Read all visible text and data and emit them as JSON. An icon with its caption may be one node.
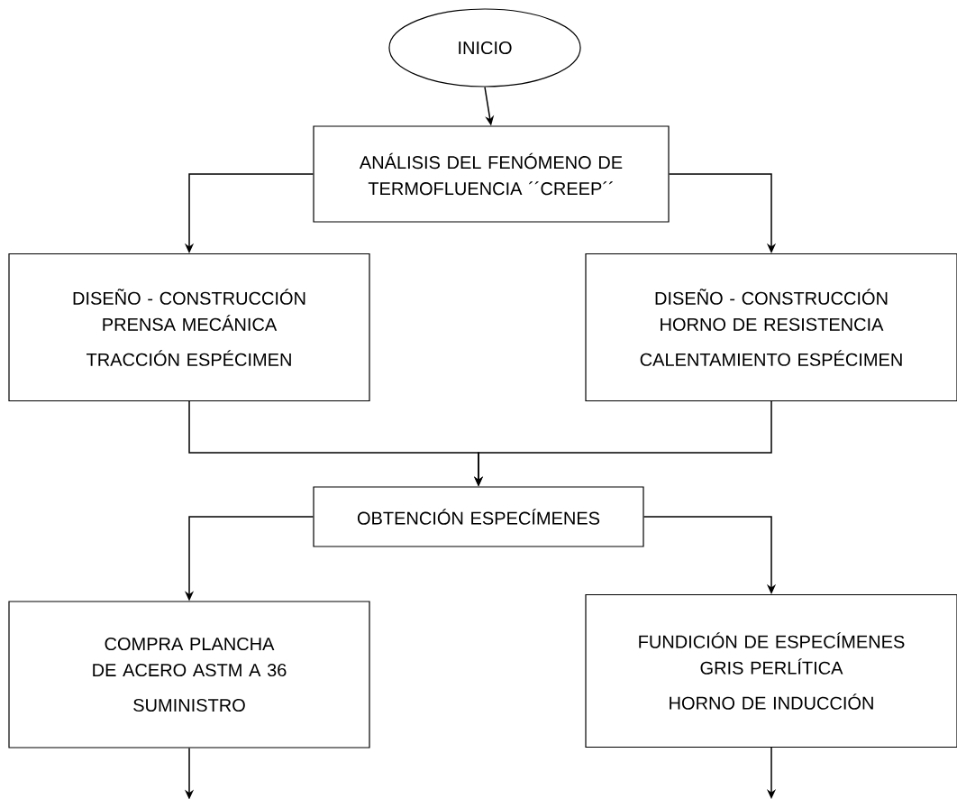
{
  "diagram": {
    "nodes": [
      {
        "text": [
          "INICIO"
        ]
      },
      {
        "text": [
          "ANÁLISIS DEL FENÓMENO DE TERMOFLUENCIA ´´CREEP´´"
        ]
      },
      {
        "text": [
          "DISEÑO - CONSTRUCCIÓN PRENSA MECÁNICA",
          "TRACCIÓN ESPÉCIMEN"
        ]
      },
      {
        "text": [
          "DISEÑO - CONSTRUCCIÓN HORNO DE RESISTENCIA",
          "CALENTAMIENTO ESPÉCIMEN"
        ]
      },
      {
        "text": [
          "OBTENCIÓN ESPECÍMENES"
        ]
      },
      {
        "text": [
          "COMPRA PLANCHA DE ACERO ASTM A 36",
          "SUMINISTRO"
        ]
      },
      {
        "text": [
          "FUNDICIÓN DE ESPECÍMENES GRIS PERLÍTICA",
          "HORNO DE INDUCCIÓN"
        ]
      }
    ],
    "edges": [
      {
        "from": 0,
        "to": 1,
        "arrow": "to"
      },
      {
        "from": 1,
        "to": 2,
        "arrow": "to"
      },
      {
        "from": 1,
        "to": 3,
        "arrow": "to"
      },
      {
        "from": 2,
        "to": 4,
        "arrow": "to"
      },
      {
        "from": 3,
        "to": 4,
        "arrow": "to"
      },
      {
        "from": 4,
        "to": 5,
        "arrow": "to"
      },
      {
        "from": 4,
        "to": 6,
        "arrow": "to"
      },
      {
        "from": 5,
        "to": null,
        "arrow": "to"
      },
      {
        "from": 6,
        "to": null,
        "arrow": "to"
      }
    ]
  }
}
